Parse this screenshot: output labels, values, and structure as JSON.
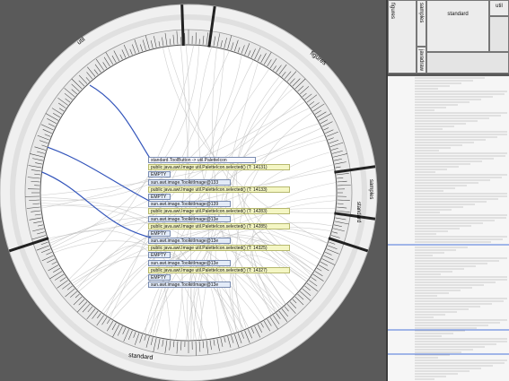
{
  "colors": {
    "background": "#5a5a5a",
    "ring": "#f2f2f2",
    "highlight_edge": "#3355bb",
    "method_row": "#f4f6c4",
    "value_row": "#e3ebf8",
    "overview_highlight": "#6e8ee0"
  },
  "ring": {
    "outer_labels": [
      "standard",
      "figures",
      "util"
    ],
    "right_labels": [
      "samples",
      "standard"
    ]
  },
  "trace": {
    "header": "standard.ToolButton -> util.PaletteIcon",
    "rows": [
      {
        "kind": "method",
        "text": "public   java.awt.Image   util.PaletteIcon.selected()   (T: 14131)"
      },
      {
        "kind": "empty",
        "text": "EMPTY"
      },
      {
        "kind": "value",
        "text": "sun.awt.image.ToolkitImage@133"
      },
      {
        "kind": "method",
        "text": "public   java.awt.Image   util.PaletteIcon.selected()   (T: 14133)"
      },
      {
        "kind": "empty",
        "text": "EMPTY"
      },
      {
        "kind": "value",
        "text": "sun.awt.image.ToolkitImage@139"
      },
      {
        "kind": "method",
        "text": "public   java.awt.Image   util.PaletteIcon.selected()   (T: 14283)"
      },
      {
        "kind": "value",
        "text": "sun.awt.image.ToolkitImage@13e"
      },
      {
        "kind": "method",
        "text": "public   java.awt.Image   util.PaletteIcon.selected()   (T: 14285)"
      },
      {
        "kind": "empty",
        "text": "EMPTY"
      },
      {
        "kind": "value",
        "text": "sun.awt.image.ToolkitImage@13e"
      },
      {
        "kind": "method",
        "text": "public   java.awt.Image   util.PaletteIcon.selected()   (T: 14325)"
      },
      {
        "kind": "empty",
        "text": "EMPTY"
      },
      {
        "kind": "value",
        "text": "sun.awt.image.ToolkitImage@13e"
      },
      {
        "kind": "method",
        "text": "public   java.awt.Image   util.PaletteIcon.selected()   (T: 14327)"
      },
      {
        "kind": "empty",
        "text": "EMPTY"
      },
      {
        "kind": "value",
        "text": "sun.awt.image.ToolkitImage@13e"
      }
    ]
  },
  "treemap": {
    "cells": [
      {
        "label": "figures",
        "orient": "v"
      },
      {
        "label": "samples",
        "orient": "v"
      },
      {
        "label": "javadraw",
        "orient": "v"
      },
      {
        "label": "standard",
        "orient": "h"
      },
      {
        "label": "util",
        "orient": "h"
      }
    ]
  }
}
